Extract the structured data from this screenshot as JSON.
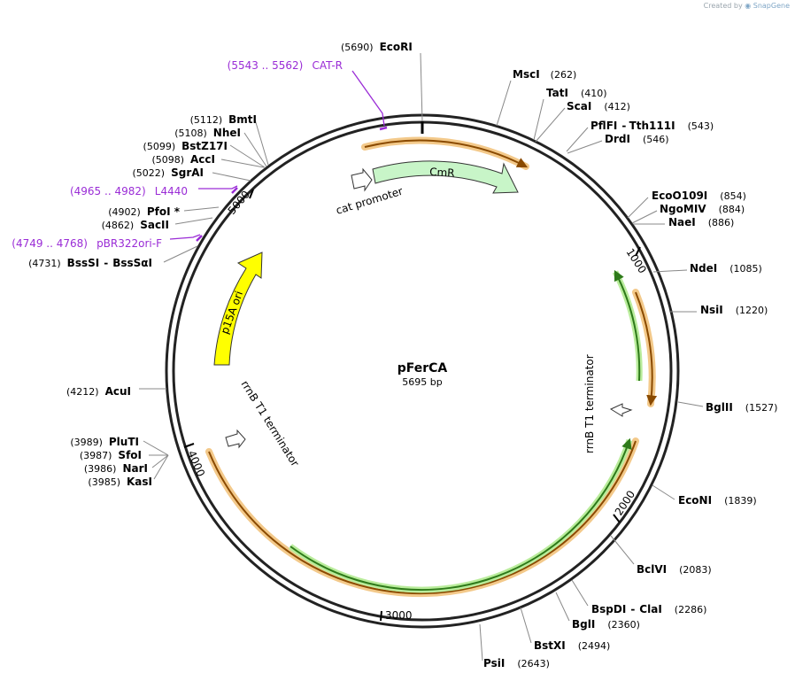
{
  "watermark": {
    "prefix": "Created by",
    "brand": "SnapGene"
  },
  "plasmid": {
    "name": "pFerCA",
    "length_label": "5695 bp"
  },
  "ticks": [
    "1000",
    "2000",
    "3000",
    "4000",
    "5000"
  ],
  "sites": [
    {
      "name": "EcoRI",
      "pos": "(5690)"
    },
    {
      "name": "MscI",
      "pos": "(262)"
    },
    {
      "name": "TatI",
      "pos": "(410)"
    },
    {
      "name": "ScaI",
      "pos": "(412)"
    },
    {
      "name": "PflFI",
      "sep": "-",
      "name2": "Tth111I",
      "pos": "(543)"
    },
    {
      "name": "DrdI",
      "pos": "(546)"
    },
    {
      "name": "EcoO109I",
      "pos": "(854)"
    },
    {
      "name": "NgoMIV",
      "pos": "(884)"
    },
    {
      "name": "NaeI",
      "pos": "(886)"
    },
    {
      "name": "NdeI",
      "pos": "(1085)"
    },
    {
      "name": "NsiI",
      "pos": "(1220)"
    },
    {
      "name": "BglII",
      "pos": "(1527)"
    },
    {
      "name": "EcoNI",
      "pos": "(1839)"
    },
    {
      "name": "BclVI",
      "pos": "(2083)"
    },
    {
      "name": "BspDI",
      "sep": "-",
      "name2": "ClaI",
      "pos": "(2286)"
    },
    {
      "name": "BglI",
      "pos": "(2360)"
    },
    {
      "name": "BstXI",
      "pos": "(2494)"
    },
    {
      "name": "PsiI",
      "pos": "(2643)"
    },
    {
      "name": "KasI",
      "pos": "(3985)"
    },
    {
      "name": "NarI",
      "pos": "(3986)"
    },
    {
      "name": "SfoI",
      "pos": "(3987)"
    },
    {
      "name": "PluTI",
      "pos": "(3989)"
    },
    {
      "name": "AcuI",
      "pos": "(4212)"
    },
    {
      "name": "BssSI",
      "sep": "-",
      "name2": "BssSαI",
      "pos": "(4731)"
    },
    {
      "name": "SacII",
      "pos": "(4862)"
    },
    {
      "name": "PfoI *",
      "pos": "(4902)"
    },
    {
      "name": "SgrAI",
      "pos": "(5022)"
    },
    {
      "name": "AccI",
      "pos": "(5098)"
    },
    {
      "name": "BstZ17I",
      "pos": "(5099)"
    },
    {
      "name": "NheI",
      "pos": "(5108)"
    },
    {
      "name": "BmtI",
      "pos": "(5112)"
    }
  ],
  "primers": [
    {
      "range": "(5543 .. 5562)",
      "name": "CAT-R"
    },
    {
      "range": "(4965 .. 4982)",
      "name": "L4440"
    },
    {
      "range": "(4749 .. 4768)",
      "name": "pBR322ori-F"
    }
  ],
  "features": {
    "cmr": "CmR",
    "cat_promoter": "cat promoter",
    "p15a": "p15A ori",
    "rrnb_right": "rrnB T1 terminator",
    "rrnb_left": "rrnB T1 terminator"
  },
  "colors": {
    "backbone": "#222222",
    "orf_outer": "#f3c98a",
    "orf_inner": "#8a4a00",
    "cmr_fill": "#c8f5c8",
    "p15a_fill": "#ffff00",
    "terminator_green": "#2e7a1a",
    "terminator_halo": "#b9ec9b",
    "primer": "#9a2cd6"
  }
}
